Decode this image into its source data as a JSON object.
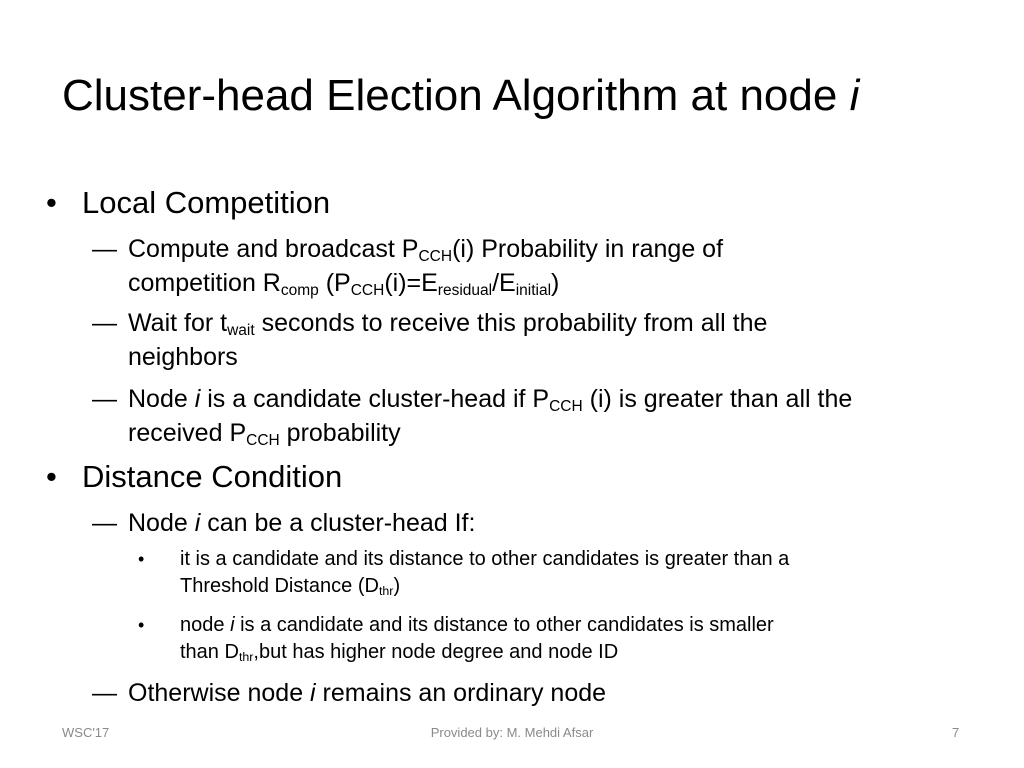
{
  "slide": {
    "title": {
      "text": "Cluster-head Election Algorithm at node ",
      "var": "i"
    },
    "local_competition": {
      "heading": "Local Competition",
      "b1": {
        "t1": "Compute and broadcast P",
        "s1": "CCH",
        "t2": "(i) Probability in range of",
        "t3": "competition R",
        "s2": "comp",
        "t4": " (P",
        "s3": "CCH",
        "t5": "(i)=E",
        "s4": "residual",
        "t6": "/E",
        "s5": "initial",
        "t7": ")"
      },
      "b2": {
        "t1": "Wait for t",
        "s1": "wait",
        "t2": " seconds to receive this probability from all the",
        "t3": "neighbors"
      },
      "b3": {
        "t1": "Node ",
        "var": "i",
        "t2": " is a candidate cluster-head if P",
        "s1": "CCH",
        "t3": " (i) is greater than all the",
        "t4": "received P",
        "s2": "CCH",
        "t5": " probability"
      }
    },
    "distance_condition": {
      "heading": "Distance Condition",
      "b1": {
        "t1": "Node ",
        "var": "i",
        "t2": " can be a cluster-head If:"
      },
      "sub1": {
        "t1": "it is a candidate and its distance to other candidates is greater than  a",
        "t2": "Threshold Distance (D",
        "s1": "thr",
        "t3": ")"
      },
      "sub2": {
        "t1": "node ",
        "var": "i",
        "t2": " is a candidate and its distance to other candidates is smaller",
        "t3": "than D",
        "s1": "thr",
        "t4": ",but has higher node degree and node ID"
      },
      "b2": {
        "t1": "Otherwise node ",
        "var": "i",
        "t2": " remains an ordinary node"
      }
    },
    "markers": {
      "bullet": "•",
      "dash": "—",
      "sub_bullet": "•"
    },
    "footer": {
      "left": "WSC'17",
      "center": "Provided by: M. Mehdi Afsar",
      "right": "7"
    }
  }
}
